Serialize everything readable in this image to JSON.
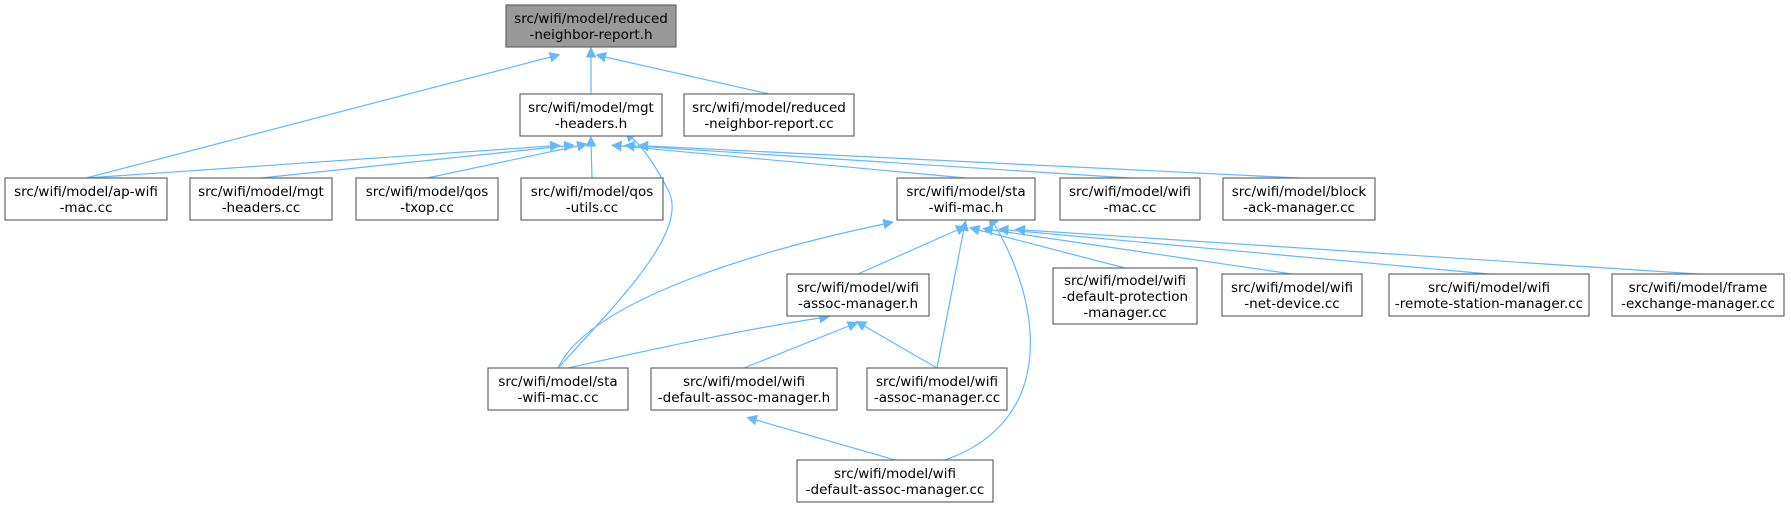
{
  "colors": {
    "edge": "#63b8ff",
    "node_border": "#666666",
    "root_fill": "#999999",
    "node_fill": "#ffffff"
  },
  "nodes": {
    "reduced_h": {
      "lines": [
        "src/wifi/model/reduced",
        "-neighbor-report.h"
      ],
      "root": true
    },
    "mgt_h": {
      "lines": [
        "src/wifi/model/mgt",
        "-headers.h"
      ]
    },
    "reduced_cc": {
      "lines": [
        "src/wifi/model/reduced",
        "-neighbor-report.cc"
      ]
    },
    "ap_wifi_mac_cc": {
      "lines": [
        "src/wifi/model/ap-wifi",
        "-mac.cc"
      ]
    },
    "mgt_cc": {
      "lines": [
        "src/wifi/model/mgt",
        "-headers.cc"
      ]
    },
    "qos_txop_cc": {
      "lines": [
        "src/wifi/model/qos",
        "-txop.cc"
      ]
    },
    "qos_utils_cc": {
      "lines": [
        "src/wifi/model/qos",
        "-utils.cc"
      ]
    },
    "sta_h": {
      "lines": [
        "src/wifi/model/sta",
        "-wifi-mac.h"
      ]
    },
    "wifi_mac_cc": {
      "lines": [
        "src/wifi/model/wifi",
        "-mac.cc"
      ]
    },
    "block_ack_cc": {
      "lines": [
        "src/wifi/model/block",
        "-ack-manager.cc"
      ]
    },
    "assoc_h": {
      "lines": [
        "src/wifi/model/wifi",
        "-assoc-manager.h"
      ]
    },
    "def_prot_cc": {
      "lines": [
        "src/wifi/model/wifi",
        "-default-protection",
        "-manager.cc"
      ]
    },
    "net_dev_cc": {
      "lines": [
        "src/wifi/model/wifi",
        "-net-device.cc"
      ]
    },
    "remote_cc": {
      "lines": [
        "src/wifi/model/wifi",
        "-remote-station-manager.cc"
      ]
    },
    "frame_cc": {
      "lines": [
        "src/wifi/model/frame",
        "-exchange-manager.cc"
      ]
    },
    "sta_cc": {
      "lines": [
        "src/wifi/model/sta",
        "-wifi-mac.cc"
      ]
    },
    "def_assoc_h": {
      "lines": [
        "src/wifi/model/wifi",
        "-default-assoc-manager.h"
      ]
    },
    "assoc_cc": {
      "lines": [
        "src/wifi/model/wifi",
        "-assoc-manager.cc"
      ]
    },
    "def_assoc_cc": {
      "lines": [
        "src/wifi/model/wifi",
        "-default-assoc-manager.cc"
      ]
    }
  },
  "edges": [
    [
      "ap_wifi_mac_cc",
      "reduced_h"
    ],
    [
      "mgt_h",
      "reduced_h"
    ],
    [
      "reduced_cc",
      "reduced_h"
    ],
    [
      "ap_wifi_mac_cc",
      "mgt_h"
    ],
    [
      "mgt_cc",
      "mgt_h"
    ],
    [
      "qos_txop_cc",
      "mgt_h"
    ],
    [
      "qos_utils_cc",
      "mgt_h"
    ],
    [
      "sta_cc",
      "mgt_h"
    ],
    [
      "sta_h",
      "mgt_h"
    ],
    [
      "wifi_mac_cc",
      "mgt_h"
    ],
    [
      "block_ack_cc",
      "mgt_h"
    ],
    [
      "sta_cc",
      "sta_h"
    ],
    [
      "assoc_h",
      "sta_h"
    ],
    [
      "assoc_cc",
      "sta_h"
    ],
    [
      "def_assoc_cc",
      "sta_h"
    ],
    [
      "def_prot_cc",
      "sta_h"
    ],
    [
      "net_dev_cc",
      "sta_h"
    ],
    [
      "remote_cc",
      "sta_h"
    ],
    [
      "frame_cc",
      "sta_h"
    ],
    [
      "sta_cc",
      "assoc_h"
    ],
    [
      "def_assoc_h",
      "assoc_h"
    ],
    [
      "assoc_cc",
      "assoc_h"
    ],
    [
      "def_assoc_cc",
      "def_assoc_h"
    ]
  ]
}
